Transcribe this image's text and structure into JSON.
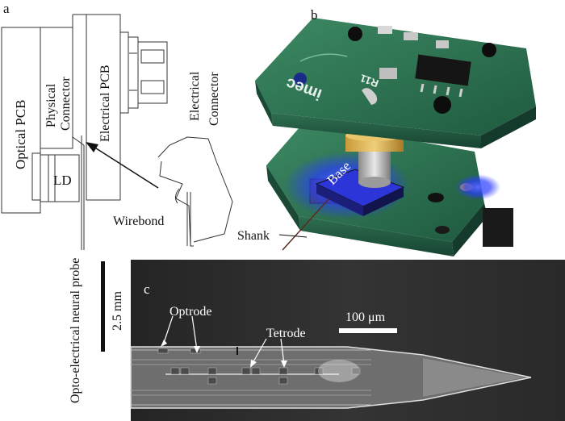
{
  "panel_a": {
    "letter": "a",
    "optical_pcb": "Optical PCB",
    "physical_connector_1": "Physical",
    "physical_connector_2": "Connector",
    "electrical_pcb": "Electrical PCB",
    "electrical_connector_1": "Electrical",
    "electrical_connector_2": "Connector",
    "ld": "LD",
    "wirebond": "Wirebond",
    "probe": "Opto-electrical neural probe"
  },
  "panel_b": {
    "letter": "b",
    "base": "Base",
    "shank": "Shank",
    "chip_label": "imec",
    "resistor_label": "R11",
    "colors": {
      "pcb_green": "#2f6b52",
      "glow_blue": "#2a3cff",
      "background": "#ffffff"
    }
  },
  "panel_c": {
    "letter": "c",
    "optrode": "Optrode",
    "tetrode": "Tetrode",
    "scale_small": "100 μm",
    "scale_large": "2.5 mm"
  }
}
